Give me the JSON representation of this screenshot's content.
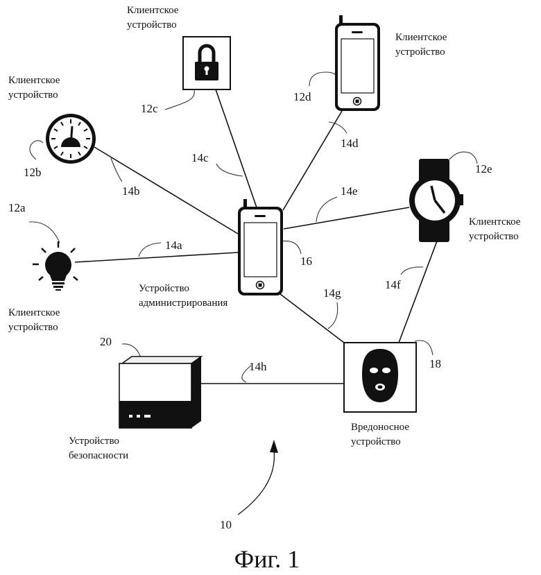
{
  "figure_caption": "Фиг. 1",
  "system_ref": "10",
  "nodes": {
    "admin": {
      "ref": "16",
      "label_line1": "Устройство",
      "label_line2": "администрирования"
    },
    "client_12a": {
      "ref": "12a",
      "label_line1": "Клиентское",
      "label_line2": "устройство",
      "icon": "light-bulb-icon"
    },
    "client_12b": {
      "ref": "12b",
      "label_line1": "Клиентское",
      "label_line2": "устройство",
      "icon": "gauge-icon"
    },
    "client_12c": {
      "ref": "12c",
      "label_line1": "Клиентское",
      "label_line2": "устройство",
      "icon": "padlock-icon"
    },
    "client_12d": {
      "ref": "12d",
      "label_line1": "Клиентское",
      "label_line2": "устройство",
      "icon": "smartphone-icon"
    },
    "client_12e": {
      "ref": "12e",
      "label_line1": "Клиентское",
      "label_line2": "устройство",
      "icon": "wristwatch-icon"
    },
    "malicious": {
      "ref": "18",
      "label_line1": "Вредоносное",
      "label_line2": "устройство",
      "icon": "balaclava-mask-icon"
    },
    "security": {
      "ref": "20",
      "label_line1": "Устройство",
      "label_line2": "безопасности",
      "icon": "security-box-icon"
    }
  },
  "links": {
    "l14a": "14a",
    "l14b": "14b",
    "l14c": "14c",
    "l14d": "14d",
    "l14e": "14e",
    "l14f": "14f",
    "l14g": "14g",
    "l14h": "14h"
  }
}
